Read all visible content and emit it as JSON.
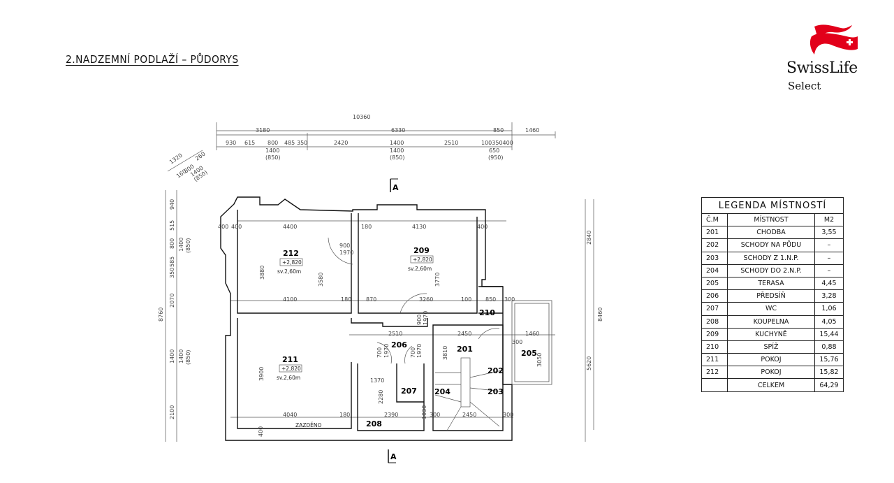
{
  "title": "2.NADZEMNÍ PODLAŽÍ – PŮDORYS",
  "logo": {
    "brand": "SwissLife",
    "sub": "Select",
    "color": "#e2001a"
  },
  "section_mark": "A",
  "rooms": [
    {
      "id": "212",
      "level": "+2,820",
      "height": "sv.2,60m"
    },
    {
      "id": "209",
      "level": "+2,820",
      "height": "sv.2,60m"
    },
    {
      "id": "211",
      "level": "+2,820",
      "height": "sv.2,60m"
    },
    {
      "id": "210"
    },
    {
      "id": "206"
    },
    {
      "id": "201"
    },
    {
      "id": "202"
    },
    {
      "id": "203"
    },
    {
      "id": "204"
    },
    {
      "id": "205"
    },
    {
      "id": "207"
    },
    {
      "id": "208"
    }
  ],
  "note_walled": "ZAZDĚNO",
  "dimensions": [
    "10360",
    "3180",
    "6330",
    "850",
    "1460",
    "930",
    "615",
    "800",
    "485",
    "350",
    "2420",
    "1400",
    "2510",
    "100350400",
    "1400",
    "(850)",
    "1400",
    "(850)",
    "650",
    "(950)",
    "940",
    "515",
    "800",
    "350",
    "585",
    "2070",
    "1400",
    "2100",
    "8760",
    "1400",
    "(850)",
    "1400",
    "(850)",
    "2840",
    "5620",
    "8460",
    "1320",
    "160",
    "800",
    "260",
    "1400",
    "(850)",
    "4400",
    "180",
    "4130",
    "400",
    "400",
    "3880",
    "3580",
    "3770",
    "900",
    "1970",
    "4100",
    "180",
    "870",
    "3260",
    "100",
    "850",
    "300",
    "2510",
    "2450",
    "1460",
    "300",
    "3900",
    "4040",
    "180",
    "2390",
    "1370",
    "2280",
    "3810",
    "2450",
    "3050",
    "1030",
    "700",
    "1970",
    "700",
    "1970",
    "900",
    "1970",
    "400",
    "400",
    "300",
    "300"
  ],
  "legend": {
    "caption": "LEGENDA MÍSTNOSTÍ",
    "headers": [
      "Č.M",
      "MÍSTNOST",
      "M2"
    ],
    "rows": [
      [
        "201",
        "CHODBA",
        "3,55"
      ],
      [
        "202",
        "SCHODY NA PŮDU",
        "–"
      ],
      [
        "203",
        "SCHODY Z 1.N.P.",
        "–"
      ],
      [
        "204",
        "SCHODY DO 2.N.P.",
        "–"
      ],
      [
        "205",
        "TERASA",
        "4,45"
      ],
      [
        "206",
        "PŘEDSÍŇ",
        "3,28"
      ],
      [
        "207",
        "WC",
        "1,06"
      ],
      [
        "208",
        "KOUPELNA",
        "4,05"
      ],
      [
        "209",
        "KUCHYNĚ",
        "15,44"
      ],
      [
        "210",
        "SPÍŽ",
        "0,88"
      ],
      [
        "211",
        "POKOJ",
        "15,76"
      ],
      [
        "212",
        "POKOJ",
        "15,82"
      ]
    ],
    "total_label": "CELKEM",
    "total_value": "64,29"
  }
}
